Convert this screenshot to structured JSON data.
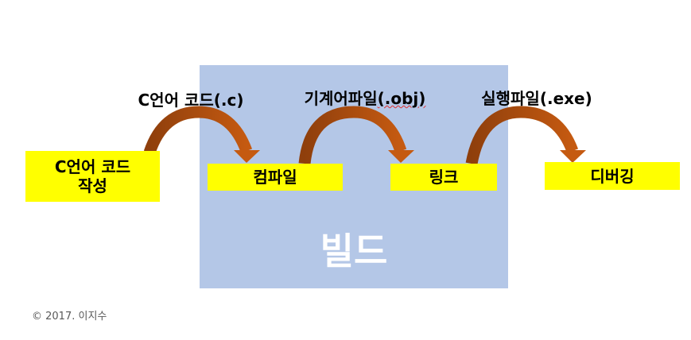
{
  "stage": {
    "title": "빌드"
  },
  "steps": [
    {
      "label": "C언어 코드 작성"
    },
    {
      "label": "컴파일"
    },
    {
      "label": "링크"
    },
    {
      "label": "디버깅"
    }
  ],
  "artifacts": [
    {
      "prefix": "C언어 코드",
      "ext": "(.c)"
    },
    {
      "prefix": "기계어파일",
      "ext": "(.obj)"
    },
    {
      "prefix": "실행파일",
      "ext": "(.exe)"
    }
  ],
  "footer": {
    "copyright": "© 2017. 이지수"
  },
  "colors": {
    "box": "#ffff00",
    "build": "#b4c7e7",
    "arrow_dark": "#8f3f0c",
    "arrow_light": "#c55a11"
  }
}
